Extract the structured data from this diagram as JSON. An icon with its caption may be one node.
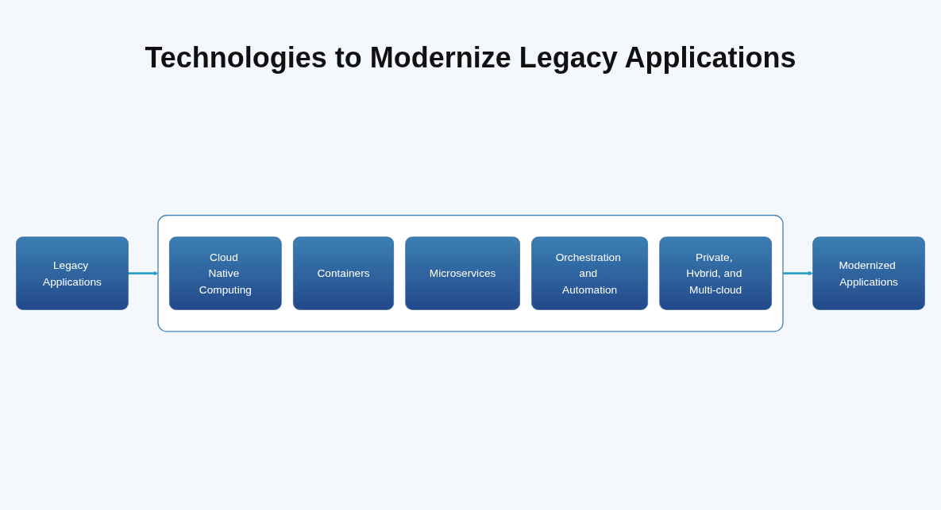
{
  "diagram": {
    "title": "Technologies to Modernize Legacy Applications",
    "nodes": [
      {
        "text": [
          "Legacy Applications"
        ]
      },
      {
        "text": [],
        "shape": "box"
      },
      {
        "text": [
          "Cloud Native Computing"
        ],
        "in": 1
      },
      {
        "text": [
          "Containers"
        ],
        "in": 1
      },
      {
        "text": [
          "Microservices"
        ],
        "in": 1
      },
      {
        "text": [
          "Orchestration and Automation"
        ],
        "in": 1
      },
      {
        "text": [
          "Private, Hvbrid, and Multi-cloud"
        ],
        "in": 1
      },
      {
        "text": [
          "Modernized Applications"
        ]
      }
    ],
    "edges": [
      {
        "from": 0,
        "to": 1,
        "arrow": "to"
      },
      {
        "from": 1,
        "to": 7,
        "arrow": "to"
      }
    ]
  }
}
